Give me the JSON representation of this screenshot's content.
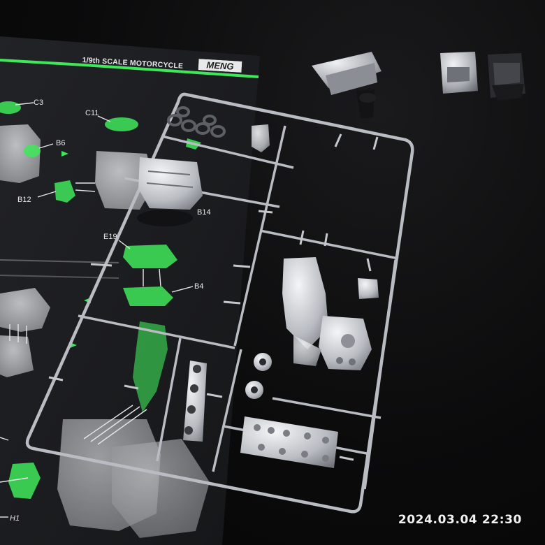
{
  "photo": {
    "subject": "plastic model kit sprue with motorcycle engine parts on instruction sheet",
    "timestamp": "2024.03.04  22:30"
  },
  "manual": {
    "title": "1/9th SCALE MOTORCYCLE",
    "brand": "MENG",
    "part_labels": [
      "C3",
      "C11",
      "B6",
      "B12",
      "B14",
      "E19",
      "B4",
      "H1"
    ]
  },
  "colors": {
    "sheet": "#1b1c1e",
    "accent_green": "#3fe85a",
    "sprue_silver": "#b9bcc2",
    "background": "#070708"
  }
}
